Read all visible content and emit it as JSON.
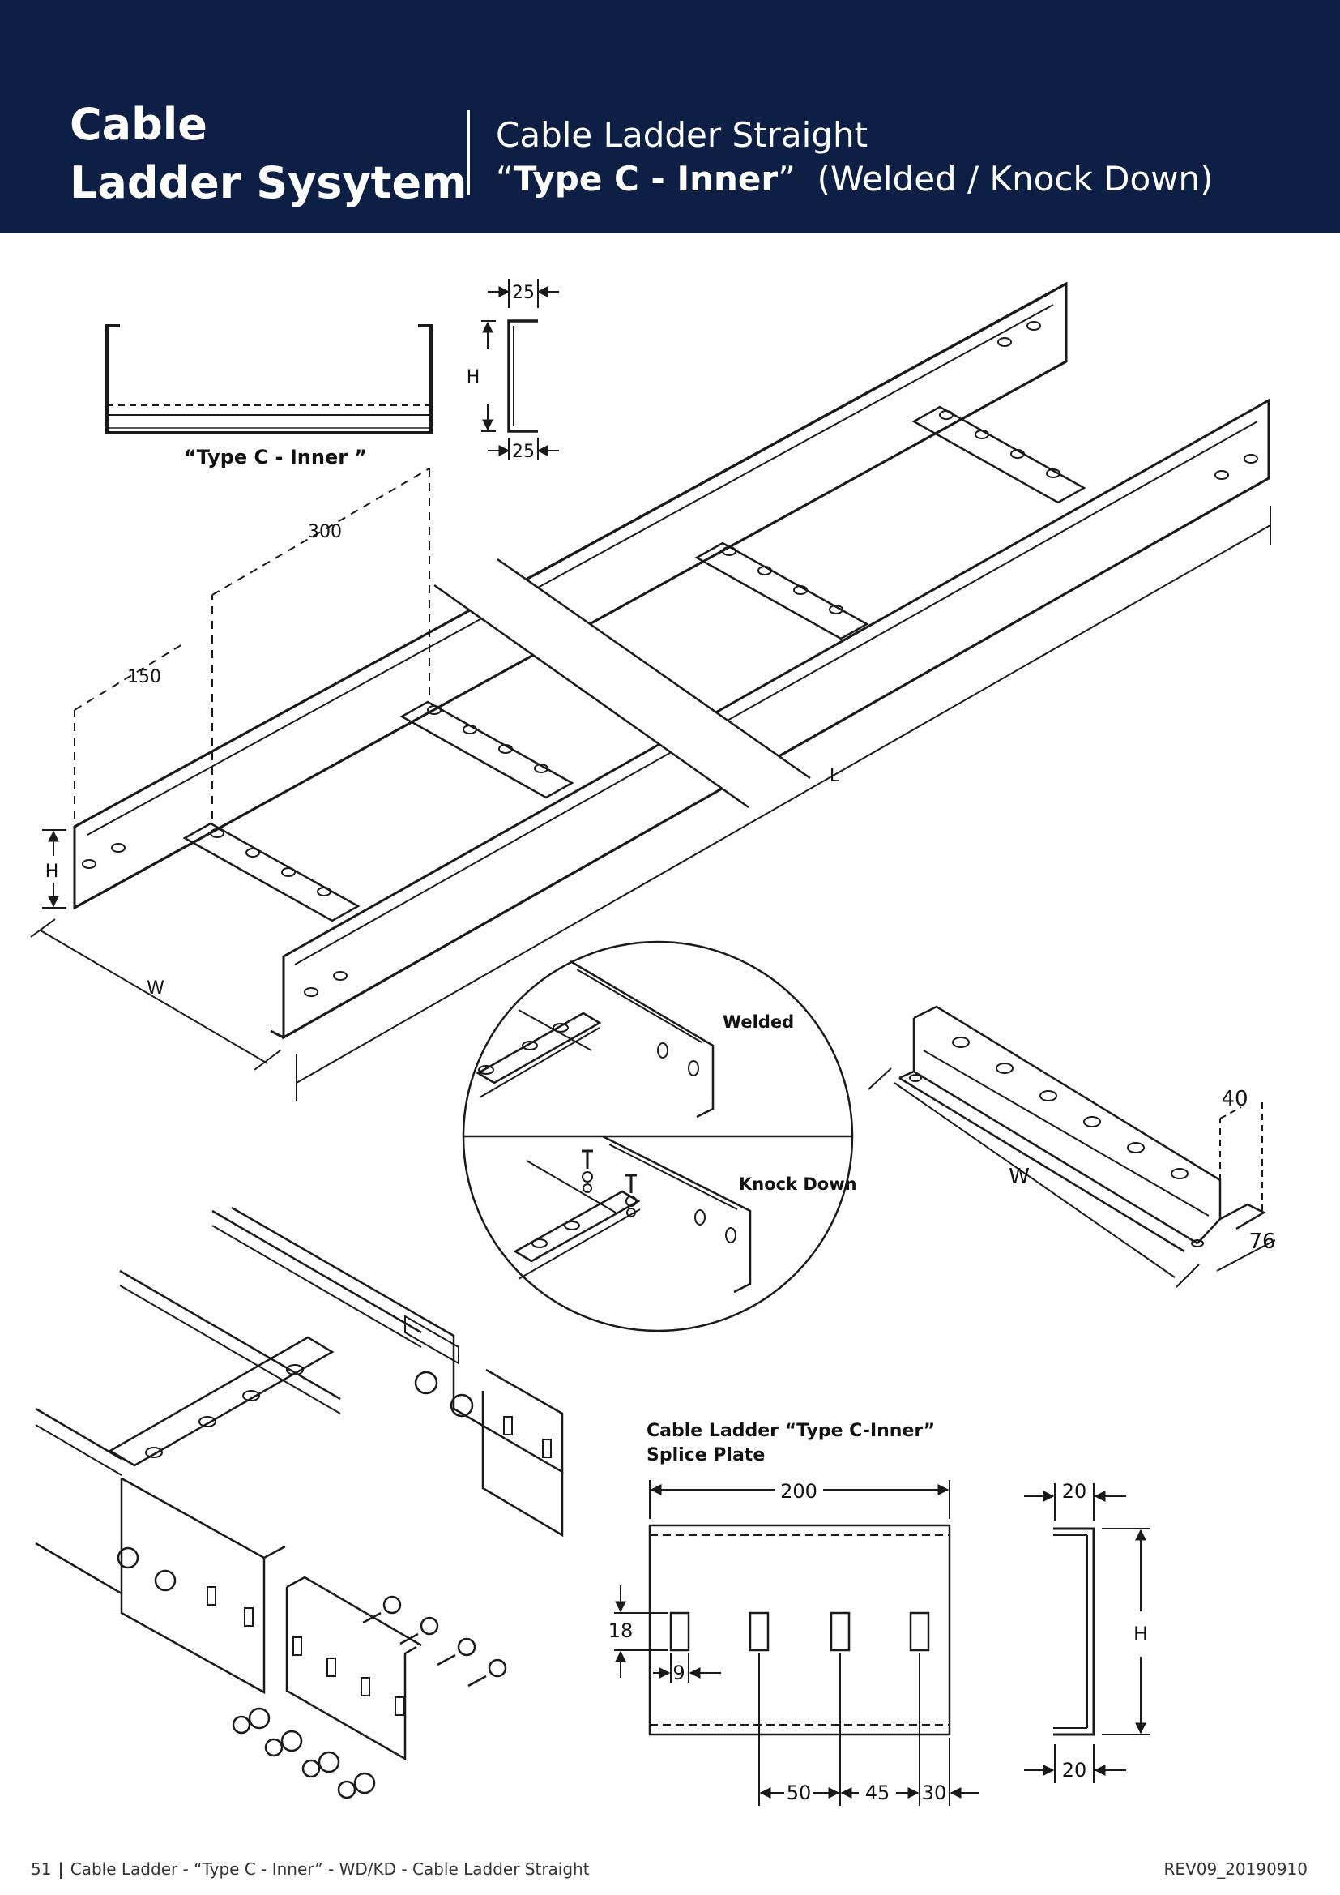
{
  "header": {
    "brand_line1": "Cable",
    "brand_line2": "Ladder Sysytem",
    "subtitle_line1": "Cable Ladder Straight",
    "subtitle_open": "“",
    "subtitle_bold": "Type C - Inner",
    "subtitle_close": "”",
    "subtitle_rest": "(Welded / Knock Down)",
    "background_color": "#0d1f45"
  },
  "profile_detail": {
    "caption": "“Type C - Inner ”",
    "dim_top": "25",
    "dim_bottom": "25",
    "dim_height": "H"
  },
  "main_drawing": {
    "dim_300": "300",
    "dim_150": "150",
    "dim_h": "H",
    "dim_w": "W",
    "dim_l": "L"
  },
  "joint_detail": {
    "welded_label": "Welded",
    "knockdown_label": "Knock Down"
  },
  "rung_detail": {
    "dim_w": "W",
    "dim_40": "40",
    "dim_76": "76"
  },
  "splice_plate": {
    "title_line1": "Cable Ladder “Type C-Inner”",
    "title_line2": "Splice Plate",
    "dim_200": "200",
    "dim_18": "18",
    "dim_9": "9",
    "dim_50": "50",
    "dim_45": "45",
    "dim_30": "30",
    "dim_side_top": "20",
    "dim_side_bottom": "20",
    "dim_side_h": "H"
  },
  "footer": {
    "page_number": "51",
    "separator": "|",
    "text": "Cable Ladder - “Type C - Inner” - WD/KD - Cable Ladder Straight",
    "revision": "REV09_20190910"
  }
}
